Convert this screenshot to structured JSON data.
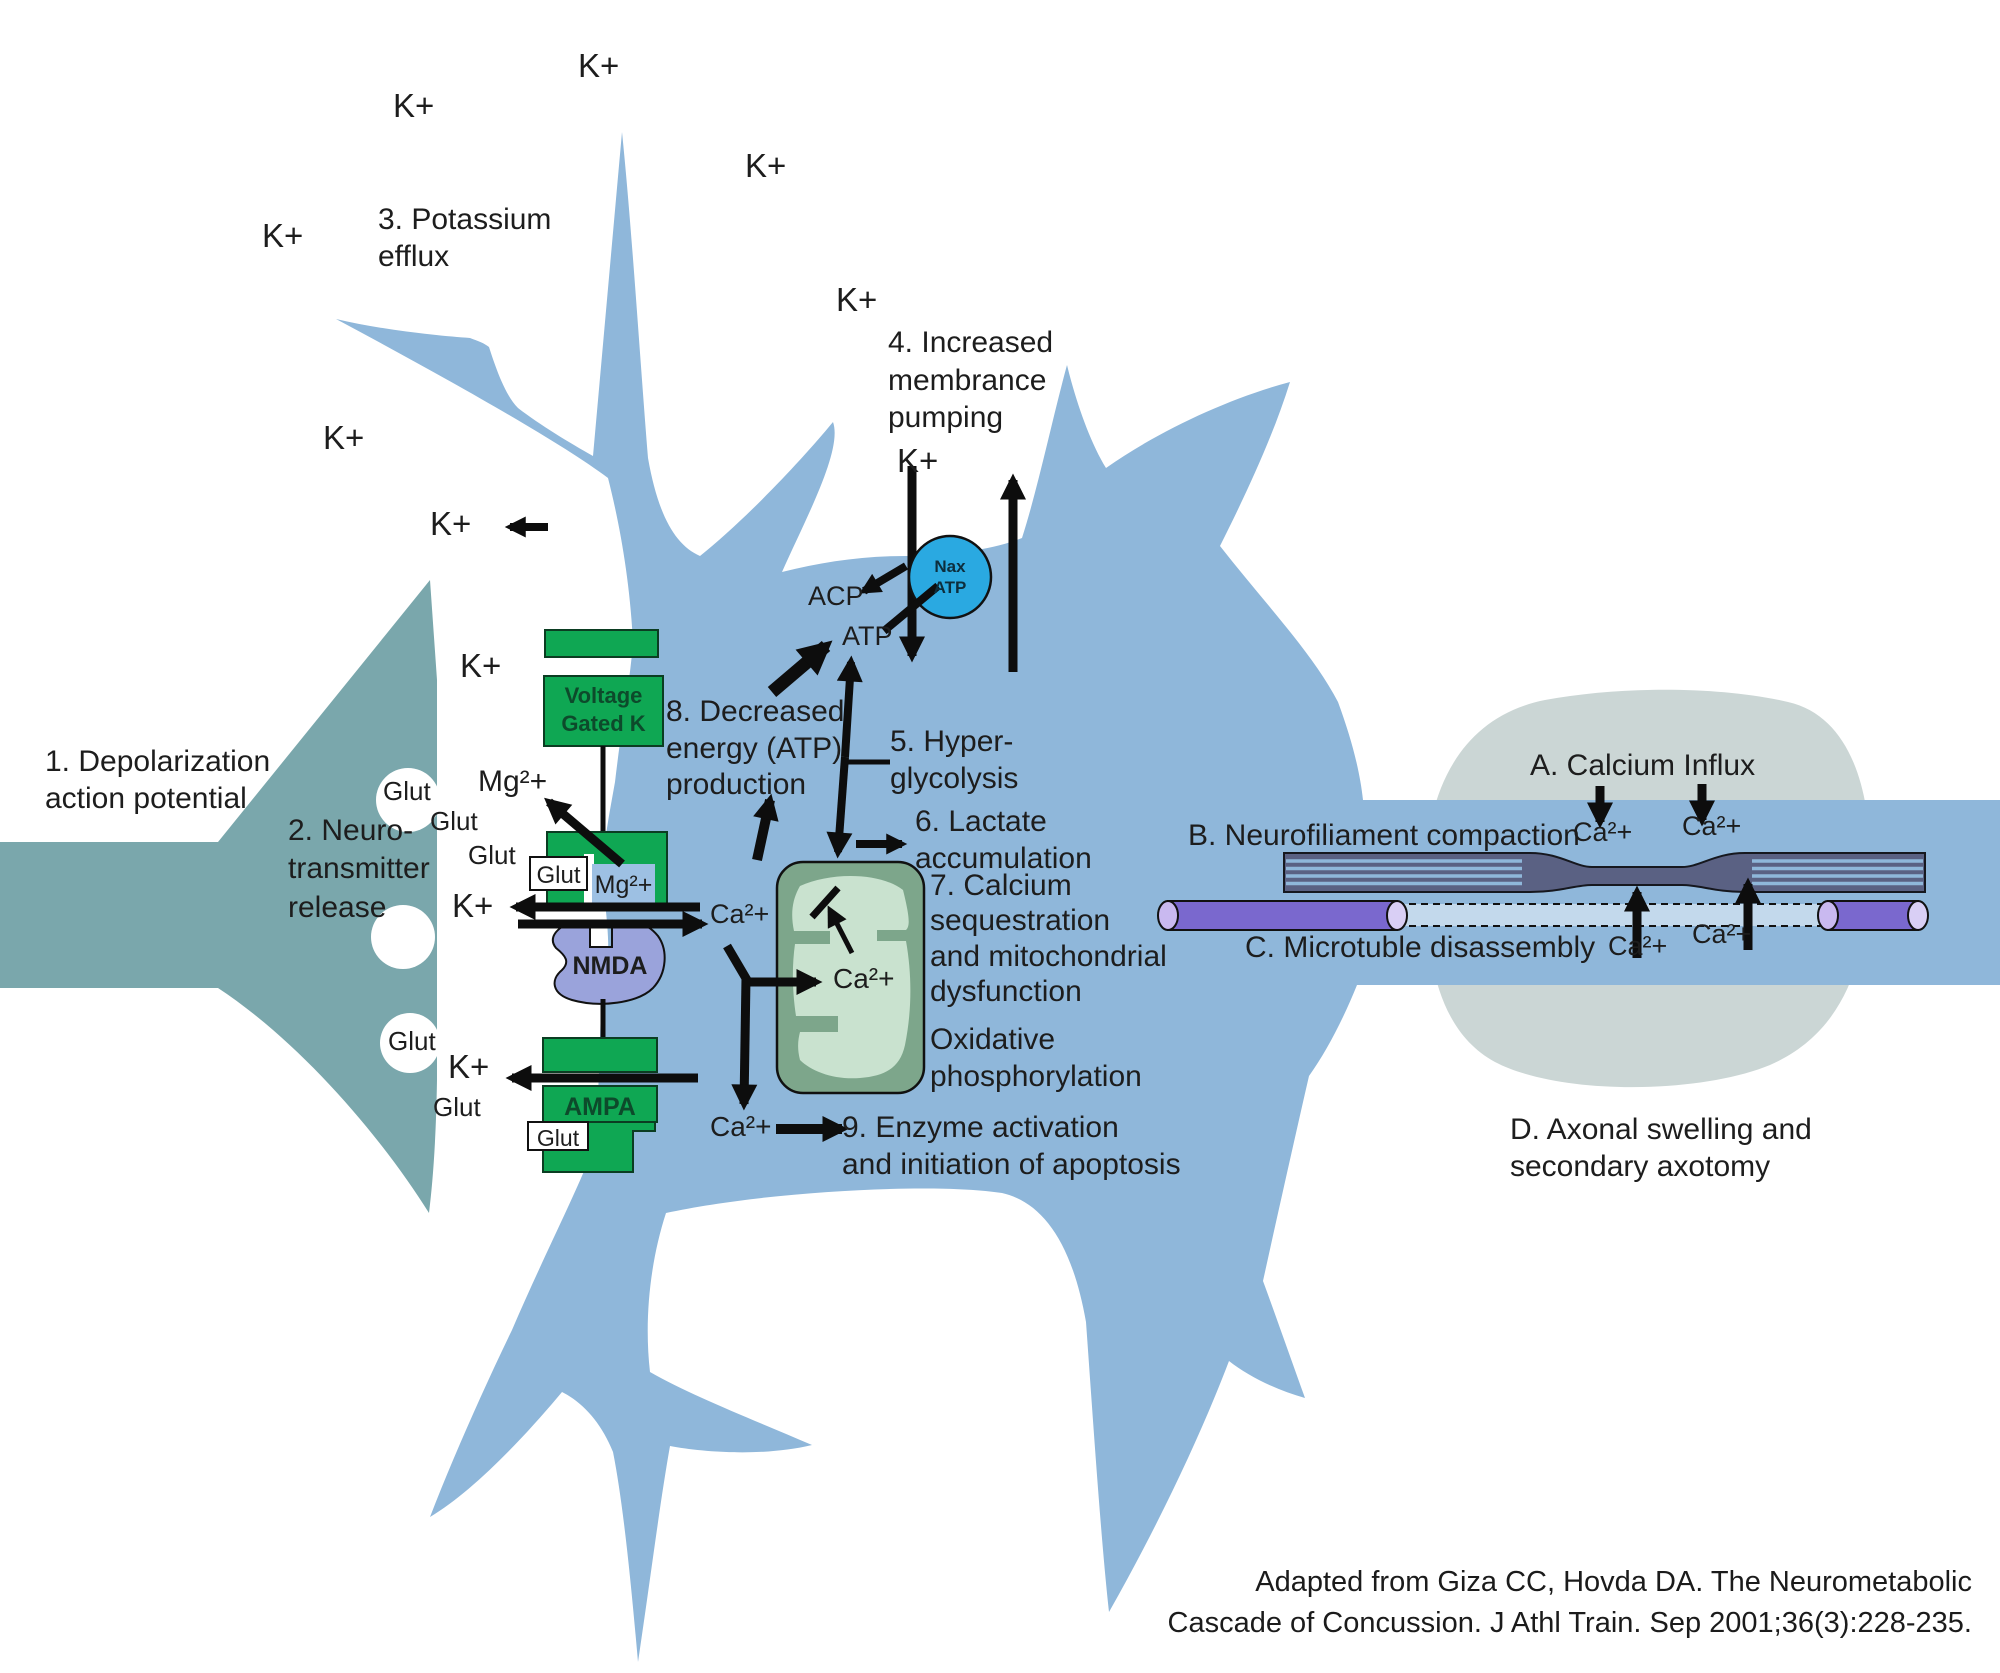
{
  "title": "Neurometabolic cascade of concussion diagram",
  "colors": {
    "cell_blue": "#8FB7DA",
    "terminal_teal": "#7AA7AC",
    "receptor_green": "#0FA753",
    "receptor_green_border": "#0B3D22",
    "nmda_lavender": "#9AA3DB",
    "pump_blue": "#2AA9E1",
    "mito_outer": "#7DA68B",
    "mito_inner": "#C9E2CF",
    "neurofilament_slate": "#5A6183",
    "microtubule_purple": "#7A68CE",
    "microtubule_cap": "#C9B9F0",
    "swelling_gray": "#CBD6D5",
    "arrow_black": "#0d0d0d"
  },
  "ions": {
    "k": "K+",
    "ca": "Ca²+",
    "mg": "Mg²+",
    "glut": "Glut",
    "atp": "ATP",
    "acp": "ACP"
  },
  "steps": {
    "s1": [
      "1. Depolarization",
      "action potential"
    ],
    "s2": [
      "2. Neuro-",
      "transmitter",
      "release"
    ],
    "s3": [
      "3. Potassium",
      "efflux"
    ],
    "s4": [
      "4. Increased",
      "membrance",
      "pumping"
    ],
    "s5": [
      "5. Hyper-",
      "glycolysis"
    ],
    "s6": [
      "6. Lactate",
      "accumulation"
    ],
    "s7": [
      "7.  Calcium",
      "sequestration",
      "and mitochondrial",
      "dysfunction"
    ],
    "s7b": [
      "Oxidative",
      "phosphorylation"
    ],
    "s8": [
      "8. Decreased",
      "energy (ATP)",
      "production"
    ],
    "s9": [
      "9. Enzyme activation",
      "and initiation of apoptosis"
    ]
  },
  "axon_labels": {
    "a": "A. Calcium Influx",
    "b": "B. Neurofiliament compaction",
    "c": "C. Microtuble disassembly",
    "d": [
      "D. Axonal swelling and",
      "secondary axotomy"
    ]
  },
  "receptors": {
    "voltage_gated_k": [
      "Voltage",
      "Gated K"
    ],
    "nmda": "NMDA",
    "ampa": "AMPA",
    "pump": [
      "Nax",
      "ATP"
    ]
  },
  "citation": [
    "Adapted from Giza CC, Hovda DA. The Neurometabolic",
    "Cascade of Concussion. J Athl Train. Sep 2001;36(3):228-235."
  ]
}
